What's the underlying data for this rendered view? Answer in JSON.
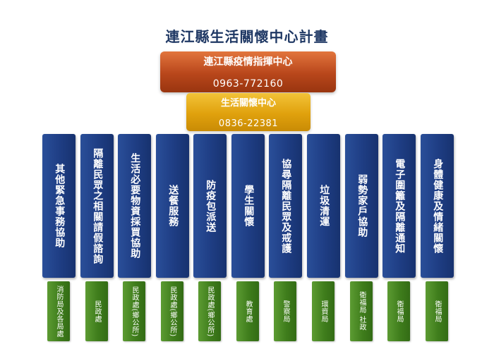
{
  "title": "連江縣生活關懷中心計畫",
  "command_center": {
    "name": "連江縣疫情指揮中心",
    "phone": "0963-772160"
  },
  "care_center": {
    "name": "生活關懷中心",
    "phone": "0836-22381"
  },
  "units": [
    {
      "name": "其他緊急事務協助",
      "agency": "消防局及各局處"
    },
    {
      "name": "隔離民眾之相關請假諮詢",
      "agency": "民政處"
    },
    {
      "name": "生活必要物資採買協助",
      "agency": "民政處(鄉公所)"
    },
    {
      "name": "送餐服務",
      "agency": "民政處(鄉公所)"
    },
    {
      "name": "防疫包派送",
      "agency": "民政處(鄉公所)"
    },
    {
      "name": "學生關懷",
      "agency": "教育處"
    },
    {
      "name": "協尋隔離民眾及戒護",
      "agency": "警察局"
    },
    {
      "name": "垃圾清運",
      "agency": "環資局"
    },
    {
      "name": "弱勢家戶協助",
      "agency": "衛福局 社政"
    },
    {
      "name": "電子圍籬及隔離通知",
      "agency": "衛福局"
    },
    {
      "name": "身體健康及情緒關懷",
      "agency": "衛福局"
    }
  ]
}
